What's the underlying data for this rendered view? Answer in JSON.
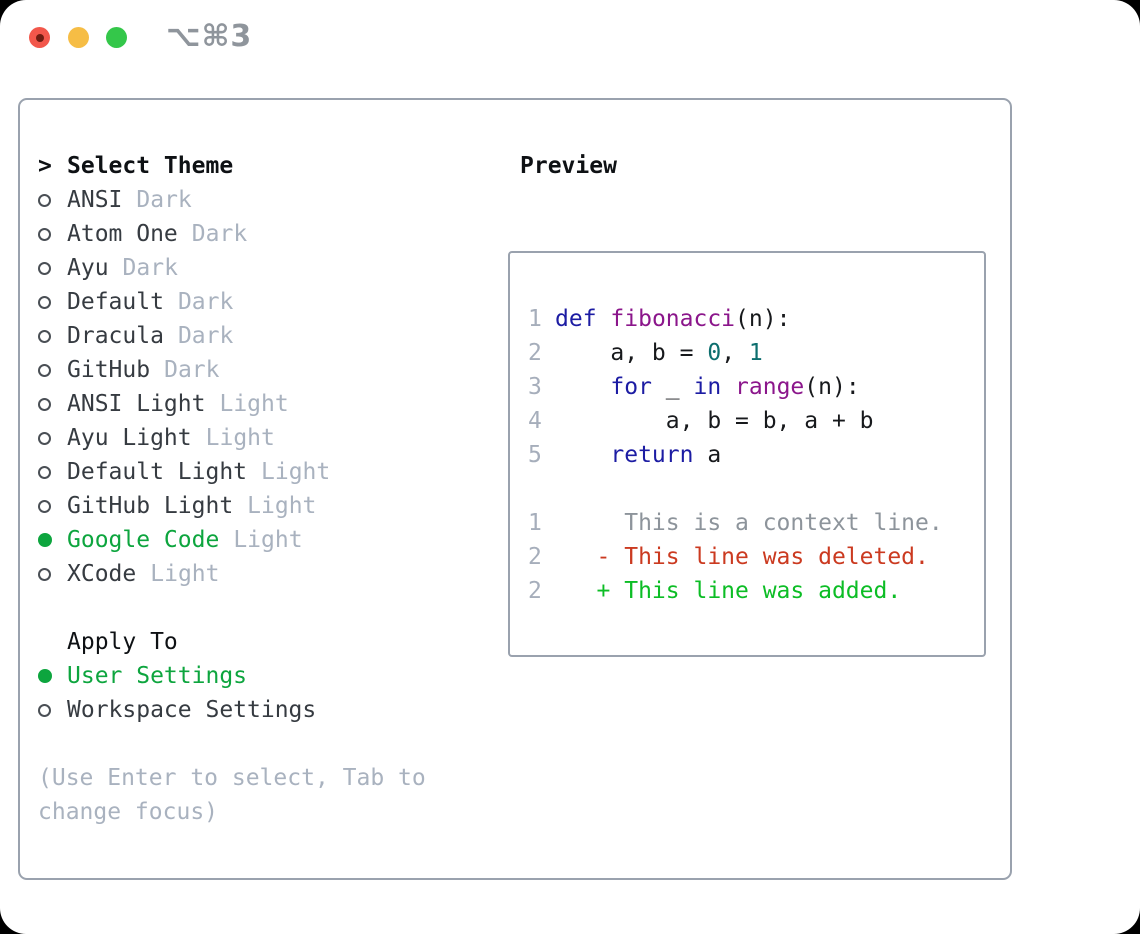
{
  "titlebar": {
    "title": "⌥⌘3"
  },
  "theme_panel": {
    "header_chevron": ">",
    "header": "Select Theme",
    "items": [
      {
        "name": "ANSI",
        "variant": "Dark",
        "selected": false
      },
      {
        "name": "Atom One",
        "variant": "Dark",
        "selected": false
      },
      {
        "name": "Ayu",
        "variant": "Dark",
        "selected": false
      },
      {
        "name": "Default",
        "variant": "Dark",
        "selected": false
      },
      {
        "name": "Dracula",
        "variant": "Dark",
        "selected": false
      },
      {
        "name": "GitHub",
        "variant": "Dark",
        "selected": false
      },
      {
        "name": "ANSI Light",
        "variant": "Light",
        "selected": false
      },
      {
        "name": "Ayu Light",
        "variant": "Light",
        "selected": false
      },
      {
        "name": "Default Light",
        "variant": "Light",
        "selected": false
      },
      {
        "name": "GitHub Light",
        "variant": "Light",
        "selected": false
      },
      {
        "name": "Google Code",
        "variant": "Light",
        "selected": true
      },
      {
        "name": "XCode",
        "variant": "Light",
        "selected": false
      }
    ],
    "apply_to": {
      "header": "Apply To",
      "options": [
        {
          "label": "User Settings",
          "selected": true
        },
        {
          "label": "Workspace Settings",
          "selected": false
        }
      ]
    },
    "hint_lines": [
      "(Use Enter to select, Tab to",
      "change focus)"
    ]
  },
  "preview": {
    "header": "Preview",
    "code_lines": [
      {
        "num": "1",
        "segments": [
          {
            "text": "def",
            "color": "keyword"
          },
          {
            "text": " ",
            "color": "plain"
          },
          {
            "text": "fibonacci",
            "color": "function"
          },
          {
            "text": "(n):",
            "color": "plain"
          }
        ]
      },
      {
        "num": "2",
        "segments": [
          {
            "text": "    a, b = ",
            "color": "plain"
          },
          {
            "text": "0",
            "color": "number"
          },
          {
            "text": ", ",
            "color": "plain"
          },
          {
            "text": "1",
            "color": "number"
          }
        ]
      },
      {
        "num": "3",
        "segments": [
          {
            "text": "    ",
            "color": "plain"
          },
          {
            "text": "for",
            "color": "keyword"
          },
          {
            "text": " _ ",
            "color": "plain"
          },
          {
            "text": "in",
            "color": "keyword"
          },
          {
            "text": " ",
            "color": "plain"
          },
          {
            "text": "range",
            "color": "function"
          },
          {
            "text": "(n):",
            "color": "plain"
          }
        ]
      },
      {
        "num": "4",
        "segments": [
          {
            "text": "        a, b = b, a + b",
            "color": "plain"
          }
        ]
      },
      {
        "num": "5",
        "segments": [
          {
            "text": "    ",
            "color": "plain"
          },
          {
            "text": "return",
            "color": "keyword"
          },
          {
            "text": " a",
            "color": "plain"
          }
        ]
      }
    ],
    "diff_lines": [
      {
        "num": "1",
        "text": "     This is a context line.",
        "kind": "context"
      },
      {
        "num": "2",
        "text": "   - This line was deleted.",
        "kind": "deleted"
      },
      {
        "num": "2",
        "text": "   + This line was added.",
        "kind": "added"
      }
    ]
  },
  "colors": {
    "page_bg": "#000000",
    "window_bg": "#ffffff",
    "border": "#9aa2ae",
    "header_text": "#0e1114",
    "item_text": "#363b41",
    "muted": "#a9b2bf",
    "selected": "#0da53e",
    "ring": "#4a4f55",
    "keyword": "#1c1ca3",
    "function": "#8b168b",
    "number": "#0d6e6e",
    "plain": "#17191c",
    "line_number": "#a6aebb",
    "context": "#8d949b",
    "deleted": "#cb3a20",
    "added": "#0cbd25",
    "traffic_red": "#f2574b",
    "traffic_yellow": "#f6bd45",
    "traffic_green": "#34c74a",
    "title_text": "#8f959c"
  }
}
